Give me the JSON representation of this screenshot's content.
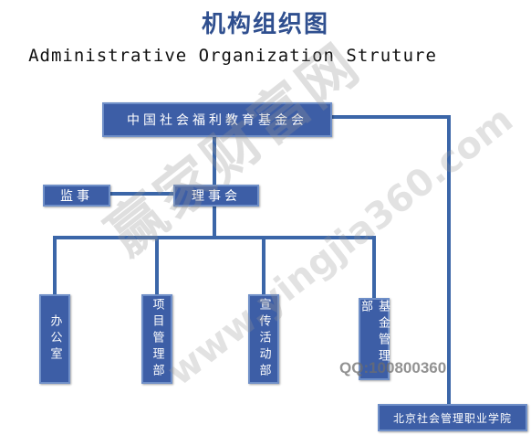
{
  "title_cn": "机构组织图",
  "title_en": "Administrative Organization Struture",
  "nodes": {
    "foundation": "中国社会福利教育基金会",
    "board": "理事会",
    "supervisor": "监事",
    "office": "办公室",
    "project_dept": "项目管理部",
    "promo_dept": "宣传活动部",
    "fund_dept": "基金管理部",
    "college": "北京社会管理职业学院"
  },
  "watermark": {
    "brand": "赢家财富网",
    "url": "www.yingjia360.com",
    "qq": "QQ:100800360"
  },
  "colors": {
    "box_fill": "#3d5ea6",
    "line": "#3b66a8",
    "title": "#2f4f8f"
  }
}
